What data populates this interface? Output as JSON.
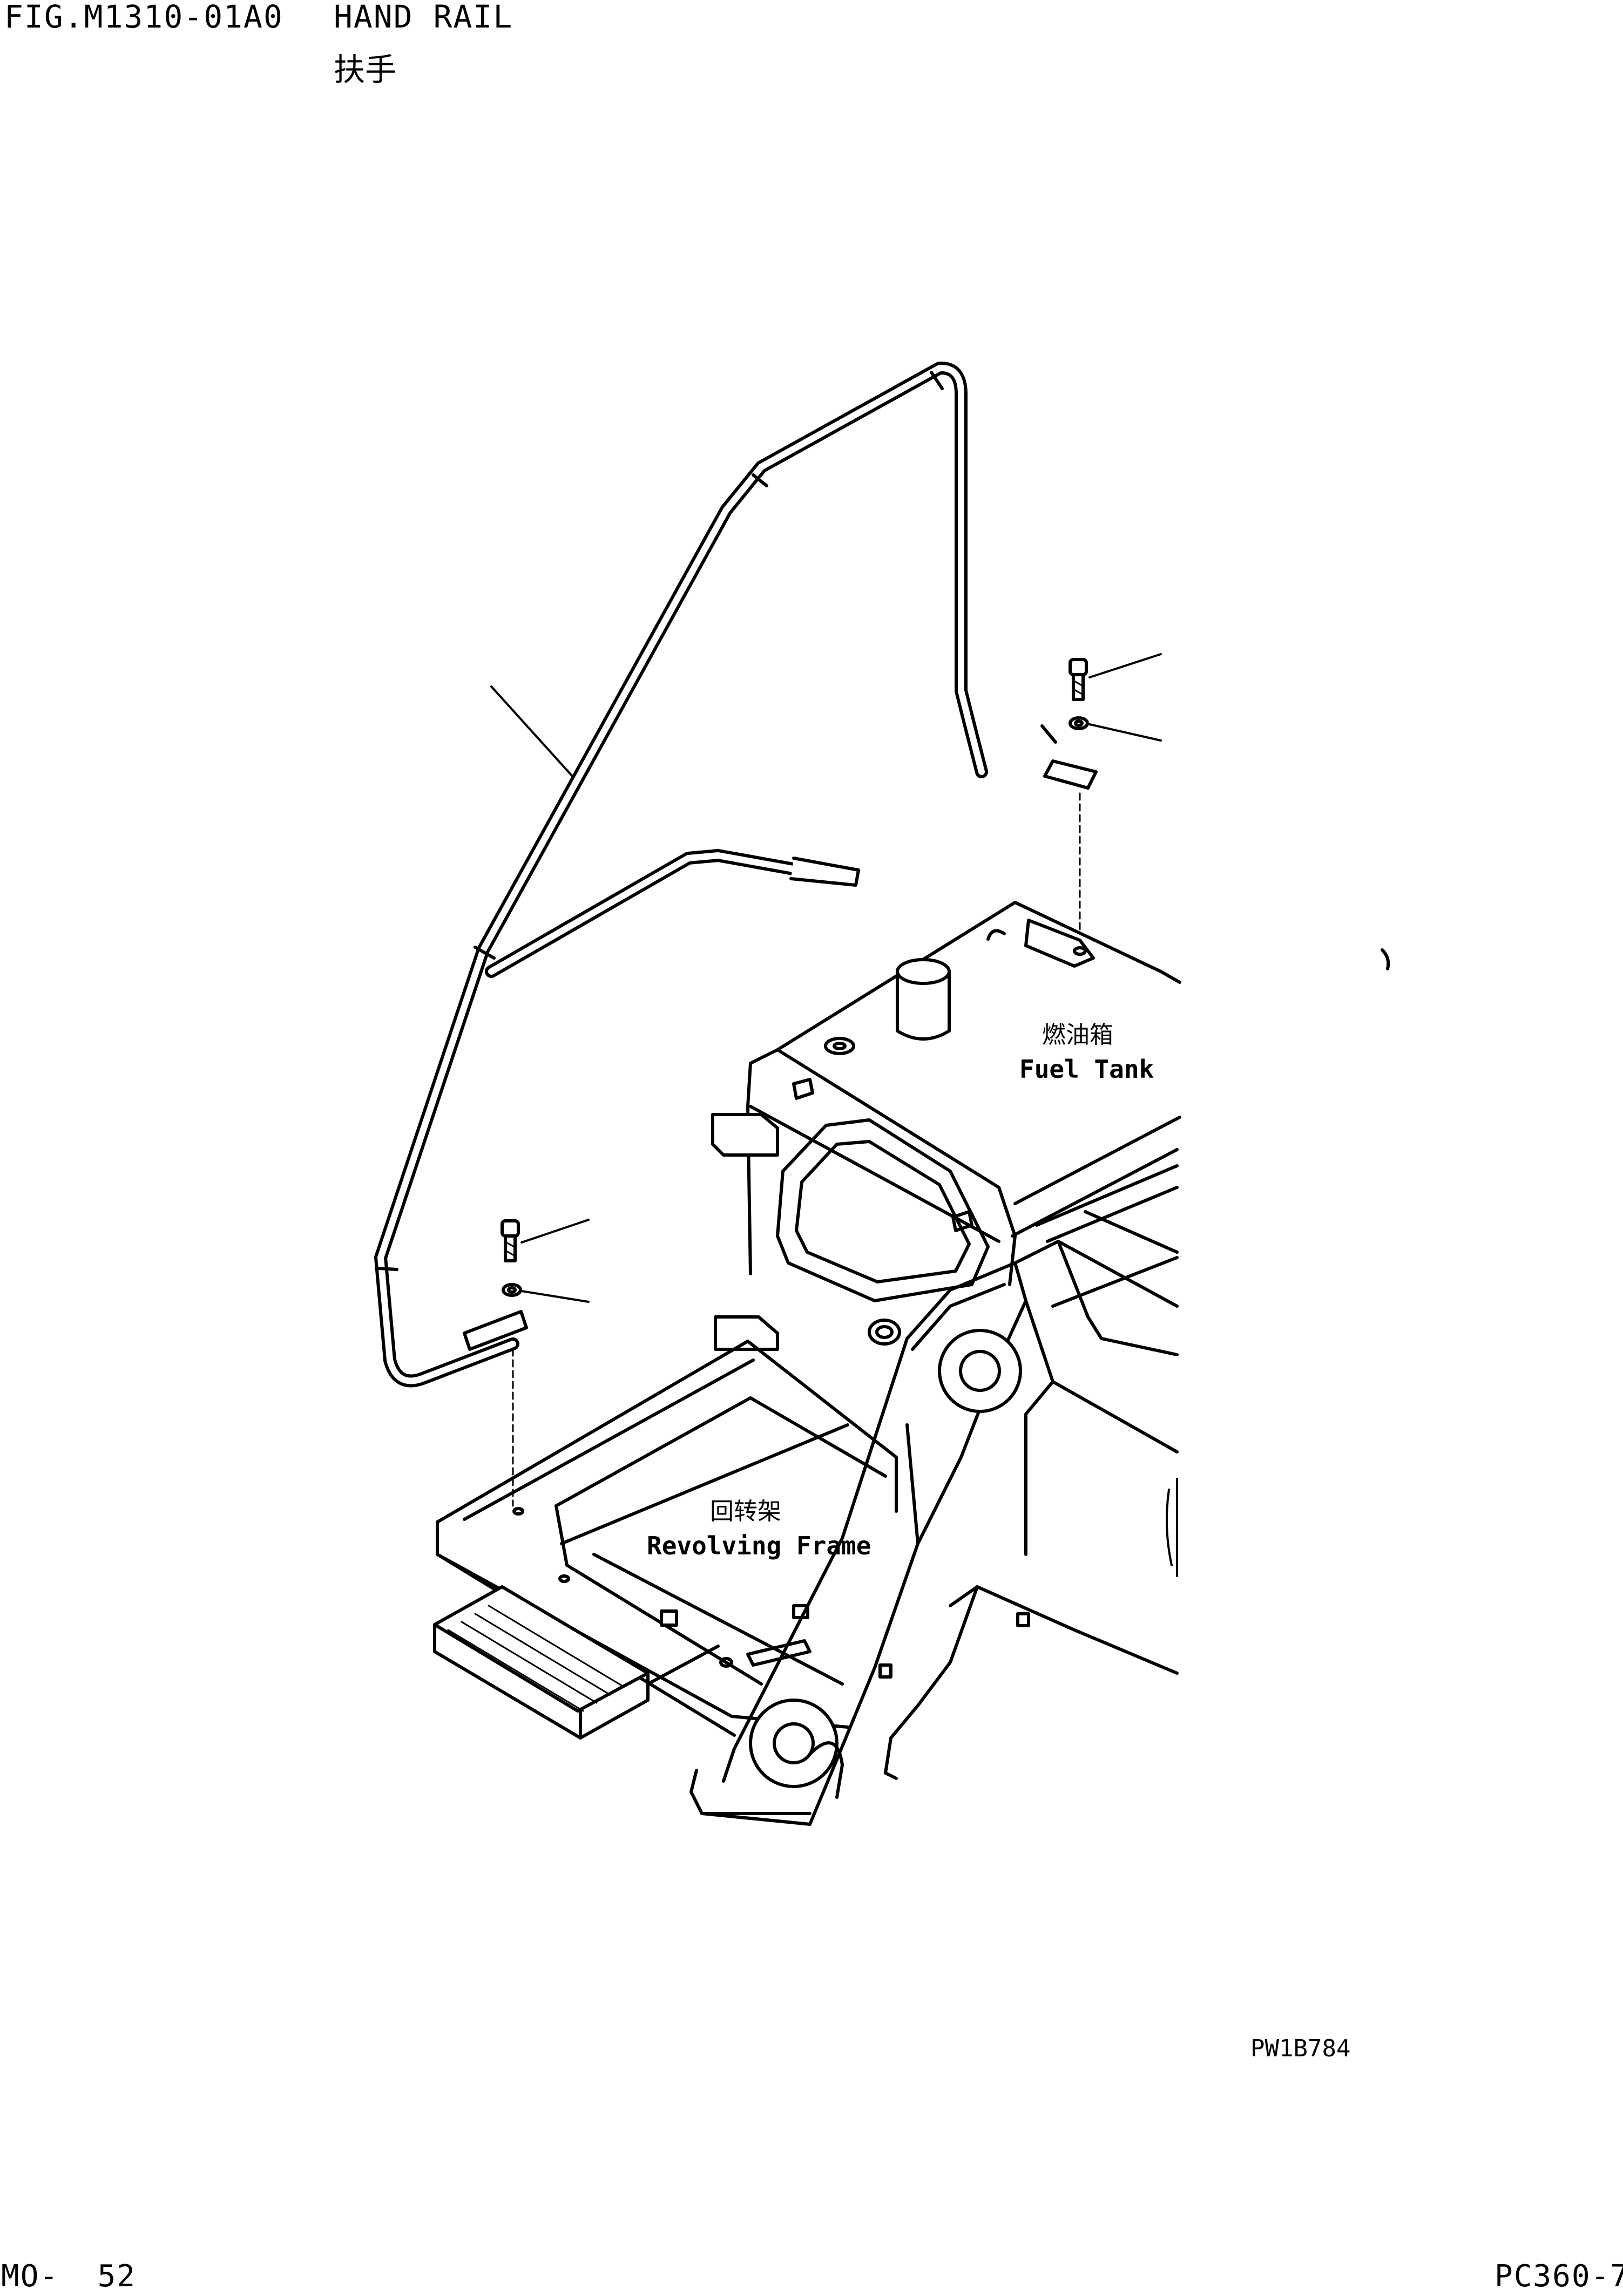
{
  "header": {
    "figure_code": "FIG.M1310-01A0",
    "title": "HAND RAIL",
    "title_cn": "扶手"
  },
  "callouts": {
    "fuel_tank_cn": "燃油箱",
    "fuel_tank": "Fuel Tank",
    "revolving_frame_cn": "回转架",
    "revolving_frame": "Revolving Frame"
  },
  "footer": {
    "drawing_number": "PW1B784",
    "page_number": "MO-  52",
    "model": "PC360-7"
  },
  "colors": {
    "ink": "#000000",
    "paper": "#ffffff"
  }
}
